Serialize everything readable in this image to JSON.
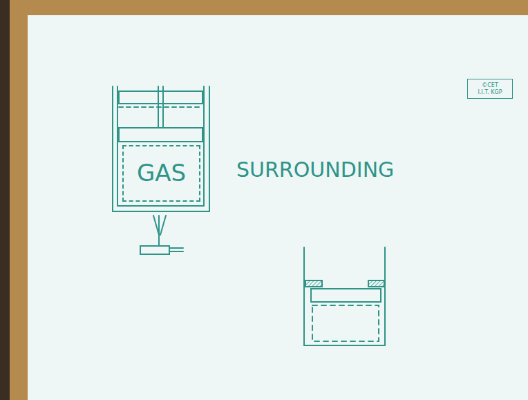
{
  "diagram": {
    "nodes": [
      {
        "text": [
          "GAS"
        ]
      },
      {
        "text": [
          "©CET I.I.T. KGP"
        ]
      }
    ],
    "labels": [
      "SURROUNDING"
    ]
  }
}
